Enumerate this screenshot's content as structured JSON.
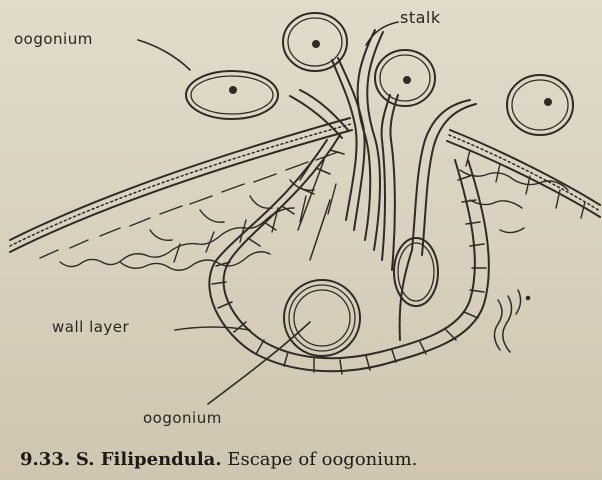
{
  "labels": {
    "oogonium_top": "oogonium",
    "stalk": "stalk",
    "wall_layer": "wall layer",
    "oogonium_bottom": "oogonium"
  },
  "caption": {
    "number": "9.33.",
    "title": "S. Filipendula.",
    "text": "Escape of oogonium."
  },
  "colors": {
    "paper": "#d9d2bf",
    "ink": "#2a2520"
  }
}
